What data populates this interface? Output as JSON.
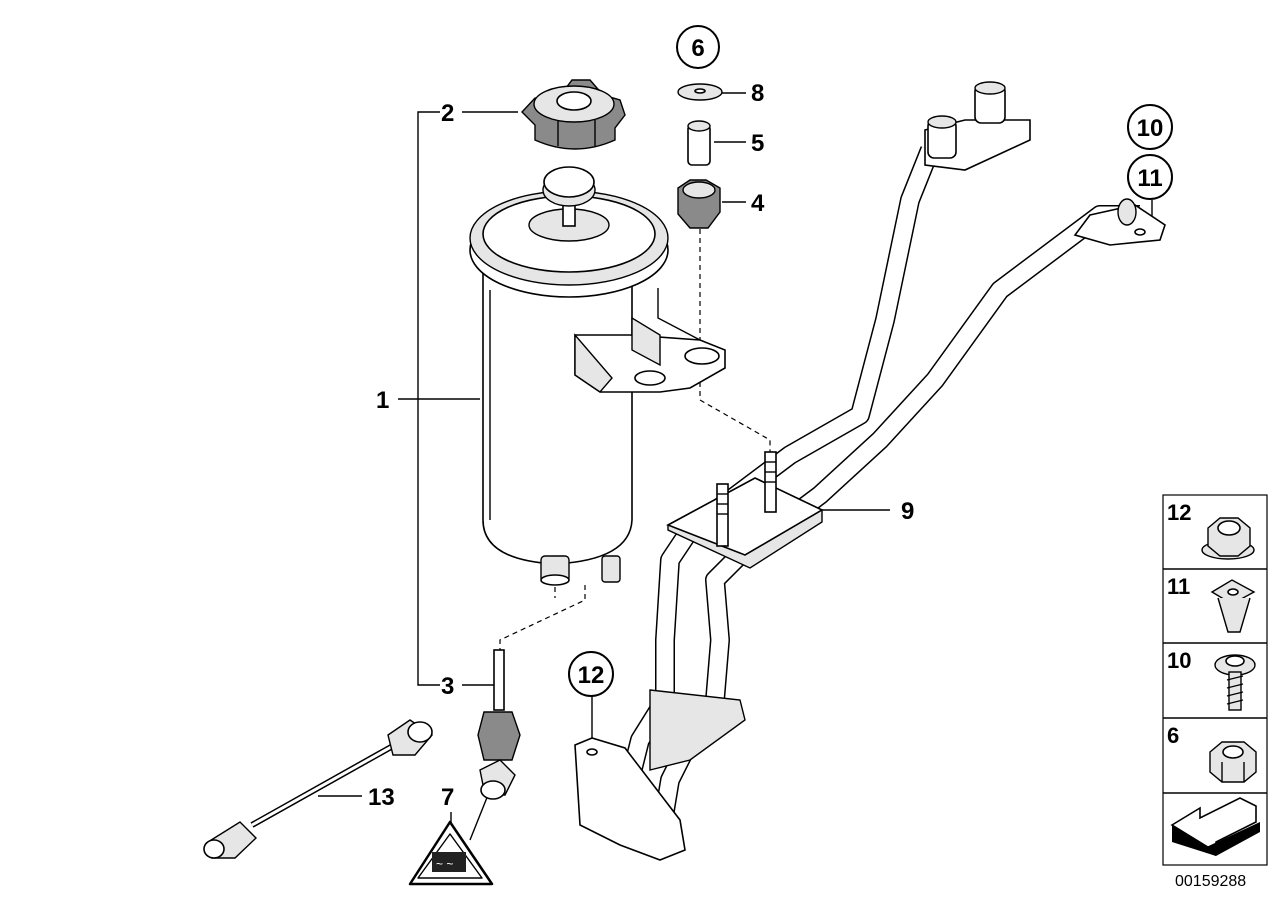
{
  "callouts": {
    "c1": "1",
    "c2": "2",
    "c3": "3",
    "c4": "4",
    "c5": "5",
    "c6": "6",
    "c7": "7",
    "c8": "8",
    "c9": "9",
    "c10": "10",
    "c11": "11",
    "c12": "12",
    "c13": "13"
  },
  "legend": {
    "items": [
      "12",
      "11",
      "10",
      "6"
    ]
  },
  "diagram_number": "00159288"
}
